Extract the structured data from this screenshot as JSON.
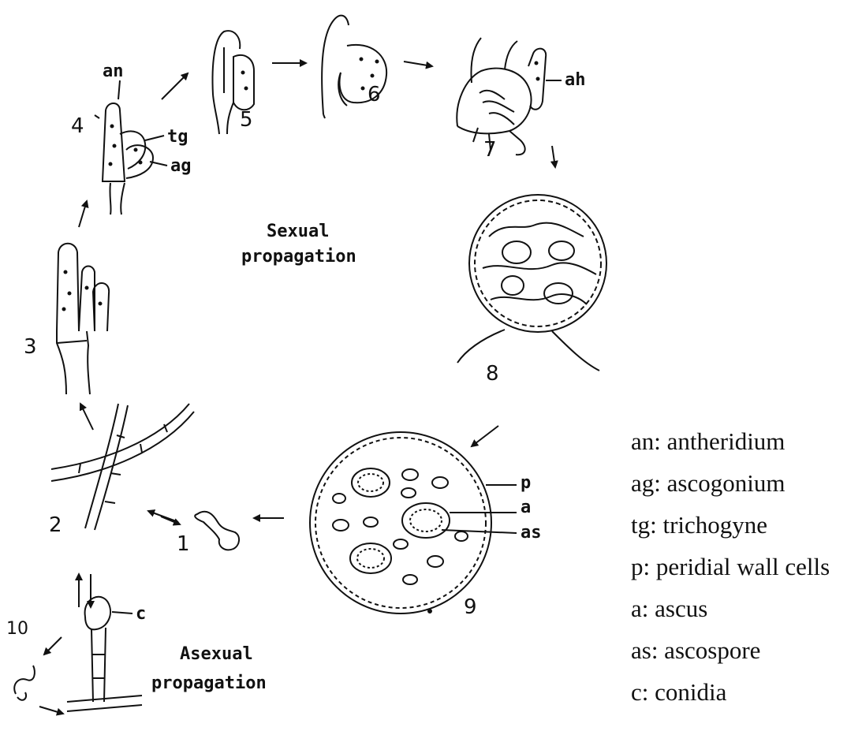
{
  "stage_numbers": [
    "1",
    "2",
    "3",
    "4",
    "5",
    "6",
    "7",
    "8",
    "9",
    "10"
  ],
  "labels": {
    "an": "an",
    "tg": "tg",
    "ag": "ag",
    "ah": "ah",
    "p": "p",
    "a": "a",
    "as": "as",
    "c": "c"
  },
  "titles": {
    "sexual_line1": "Sexual",
    "sexual_line2": "propagation",
    "asexual_line1": "Asexual",
    "asexual_line2": "propagation"
  },
  "legend": [
    "an: antheridium",
    "ag: ascogonium",
    "tg: trichogyne",
    "p: peridial wall cells",
    "a: ascus",
    "as: ascospore",
    "c: conidia"
  ]
}
